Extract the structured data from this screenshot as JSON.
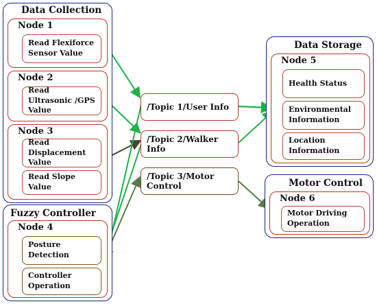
{
  "data_collection": {
    "title": "Data Collection",
    "node1": {
      "title": "Node 1",
      "box": "Read Flexiforce Sensor Value"
    },
    "node2": {
      "title": "Node 2",
      "box": "Read Ultrasonic /GPS Value"
    },
    "node3": {
      "title": "Node 3",
      "box1": "Read Displacement Value",
      "box2": "Read Slope Value"
    }
  },
  "fuzzy_controller": {
    "title": "Fuzzy Controller",
    "node4": {
      "title": "Node 4",
      "box1": "Posture Detection",
      "box2": "Controller Operation"
    }
  },
  "topics": {
    "t1": "/Topic 1/User Info",
    "t2": "/Topic 2/Walker Info",
    "t3": "/Topic 3/Motor Control"
  },
  "data_storage": {
    "title": "Data Storage",
    "node5": {
      "title": "Node 5",
      "box1": "Health Status",
      "box2": "Environmental Information",
      "box3": "Location Information"
    }
  },
  "motor_control": {
    "title": "Motor Control",
    "node6": {
      "title": "Node 6",
      "box": "Motor Driving Operation"
    }
  },
  "colors": {
    "group_border": "#1a237e",
    "node_border": "#b23a2a",
    "arrow_green": "#22b04a",
    "arrow_olive": "#5a7a44",
    "arrow_dark": "#4a4030"
  }
}
